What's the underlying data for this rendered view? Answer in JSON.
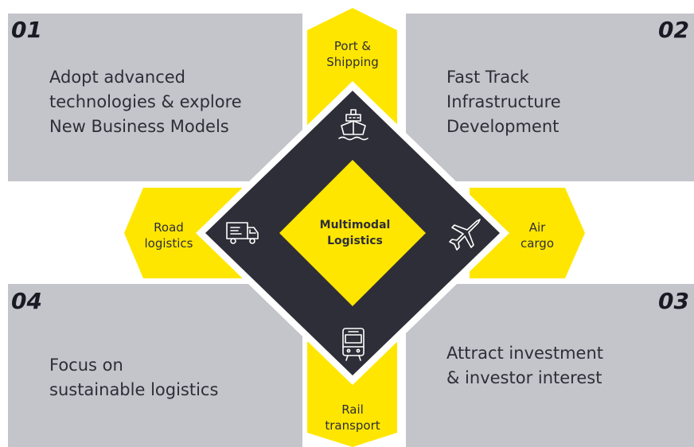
{
  "quadrants": [
    {
      "number": "01",
      "text": "Adopt advanced\ntechnologies & explore\nNew Business Models"
    },
    {
      "number": "02",
      "text": "Fast Track\nInfrastructure\nDevelopment"
    },
    {
      "number": "03",
      "text": "Attract investment\n& investor interest"
    },
    {
      "number": "04",
      "text": "Focus on\nsustainable logistics"
    }
  ],
  "center": {
    "label": "Multimodal\nLogistics"
  },
  "modes": {
    "top": {
      "label": "Port &\nShipping",
      "icon": "ship-icon"
    },
    "right": {
      "label": "Air\ncargo",
      "icon": "airplane-icon"
    },
    "bottom": {
      "label": "Rail\ntransport",
      "icon": "train-icon"
    },
    "left": {
      "label": "Road\nlogistics",
      "icon": "truck-icon"
    }
  },
  "colors": {
    "yellow": "#ffe600",
    "dark": "#2e2e38",
    "grey": "#c4c4cb"
  }
}
